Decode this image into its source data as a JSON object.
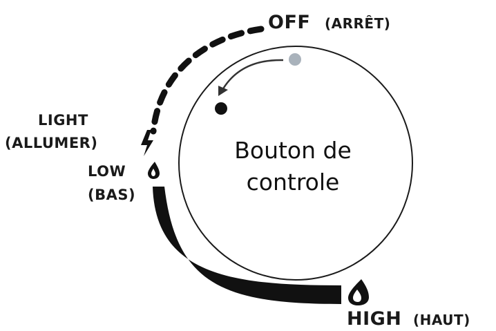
{
  "labels": {
    "off": "OFF",
    "off_fr": "(ARRÊT)",
    "light": "LIGHT",
    "light_fr": "(ALLUMER)",
    "low": "LOW",
    "low_fr": "(BAS)",
    "high": "HIGH",
    "high_fr": "(HAUT)"
  },
  "knob": {
    "line1": "Bouton de",
    "line2": "controle"
  },
  "icons": {
    "lightning": "lightning-icon",
    "flame_low": "flame-icon",
    "flame_high": "flame-icon"
  },
  "colors": {
    "ink": "#111111",
    "dot_start": "#a9b2bb",
    "dot_end": "#111111"
  }
}
